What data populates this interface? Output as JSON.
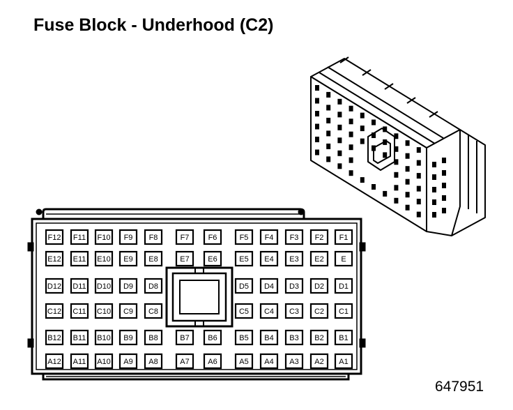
{
  "title": "Fuse Block - Underhood (C2)",
  "reference_number": "647951",
  "colors": {
    "ink": "#000000",
    "background": "#ffffff"
  },
  "connector_face": {
    "rows": [
      {
        "row": "F",
        "left": [
          "F12",
          "F11",
          "F10",
          "F9",
          "F8"
        ],
        "center": [
          "F7",
          "F6"
        ],
        "right": [
          "F5",
          "F4",
          "F3",
          "F2",
          "F1"
        ]
      },
      {
        "row": "E",
        "left": [
          "E12",
          "E11",
          "E10",
          "E9",
          "E8"
        ],
        "center": [
          "E7",
          "E6"
        ],
        "right": [
          "E5",
          "E4",
          "E3",
          "E2",
          "E"
        ]
      },
      {
        "row": "D",
        "left": [
          "D12",
          "D11",
          "D10",
          "D9",
          "D8"
        ],
        "center": [],
        "right": [
          "D5",
          "D4",
          "D3",
          "D2",
          "D1"
        ]
      },
      {
        "row": "C",
        "left": [
          "C12",
          "C11",
          "C10",
          "C9",
          "C8"
        ],
        "center": [],
        "right": [
          "C5",
          "C4",
          "C3",
          "C2",
          "C1"
        ]
      },
      {
        "row": "B",
        "left": [
          "B12",
          "B11",
          "B10",
          "B9",
          "B8"
        ],
        "center": [
          "B7",
          "B6"
        ],
        "right": [
          "B5",
          "B4",
          "B3",
          "B2",
          "B1"
        ]
      },
      {
        "row": "A",
        "left": [
          "A12",
          "A11",
          "A10",
          "A9",
          "A8"
        ],
        "center": [
          "A7",
          "A6"
        ],
        "right": [
          "A5",
          "A4",
          "A3",
          "A2",
          "A1"
        ]
      }
    ]
  }
}
